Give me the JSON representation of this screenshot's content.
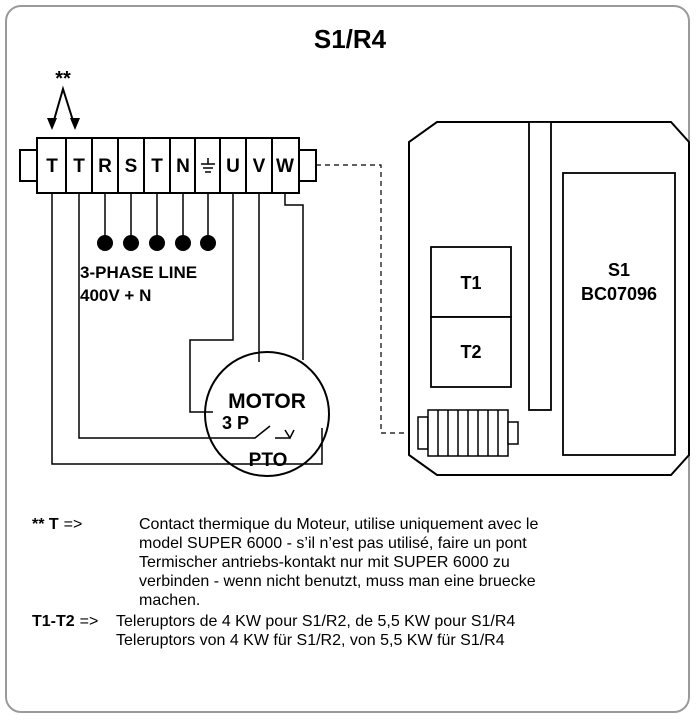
{
  "title": "S1/R4",
  "diagram": {
    "double_star": "**",
    "terminals": [
      "T",
      "T",
      "R",
      "S",
      "T",
      "N",
      "",
      "U",
      "V",
      "W"
    ],
    "ground_icon": "ground-icon",
    "line_label_1": "3-PHASE LINE",
    "line_label_2": "400V + N",
    "motor_label": "MOTOR",
    "motor_sub": "3 P",
    "pto_label": "PTO",
    "t1": "T1",
    "t2": "T2",
    "s1": "S1",
    "s1_code": "BC07096"
  },
  "notes": [
    {
      "key": "** T",
      "arrow": "=>",
      "lines": [
        "Contact thermique du Moteur, utilise uniquement avec le",
        "model SUPER 6000 - s’il n’est pas utilisé, faire un pont",
        "Termischer antriebs-kontakt nur mit  SUPER 6000  zu",
        "verbinden - wenn nicht benutzt, muss man eine bruecke",
        "machen."
      ]
    },
    {
      "key": "T1-T2",
      "arrow": "=>",
      "lines": [
        "Teleruptors de 4 KW pour S1/R2, de 5,5 KW pour S1/R4",
        "Teleruptors von 4 KW für S1/R2, von 5,5 KW für S1/R4"
      ]
    }
  ]
}
